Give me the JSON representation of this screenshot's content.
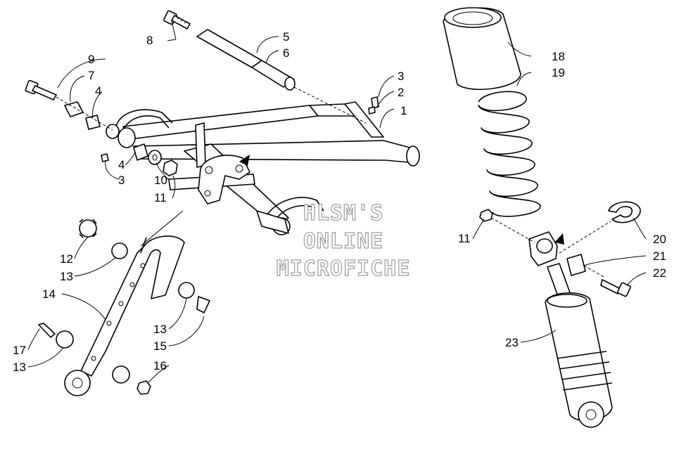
{
  "watermark": {
    "line1": "HLSM'S",
    "line2": "ONLINE",
    "line3": "MICROFICHE"
  },
  "callouts": [
    {
      "id": "c1",
      "text": "1"
    },
    {
      "id": "c2",
      "text": "2"
    },
    {
      "id": "c3a",
      "text": "3"
    },
    {
      "id": "c3b",
      "text": "3"
    },
    {
      "id": "c4a",
      "text": "4"
    },
    {
      "id": "c4b",
      "text": "4"
    },
    {
      "id": "c5",
      "text": "5"
    },
    {
      "id": "c6",
      "text": "6"
    },
    {
      "id": "c7",
      "text": "7"
    },
    {
      "id": "c8",
      "text": "8"
    },
    {
      "id": "c9",
      "text": "9"
    },
    {
      "id": "c10",
      "text": "10"
    },
    {
      "id": "c11a",
      "text": "11"
    },
    {
      "id": "c11b",
      "text": "11"
    },
    {
      "id": "c12",
      "text": "12"
    },
    {
      "id": "c13a",
      "text": "13"
    },
    {
      "id": "c13b",
      "text": "13"
    },
    {
      "id": "c13c",
      "text": "13"
    },
    {
      "id": "c14",
      "text": "14"
    },
    {
      "id": "c15",
      "text": "15"
    },
    {
      "id": "c16",
      "text": "16"
    },
    {
      "id": "c17",
      "text": "17"
    },
    {
      "id": "c18",
      "text": "18"
    },
    {
      "id": "c19",
      "text": "19"
    },
    {
      "id": "c20",
      "text": "20"
    },
    {
      "id": "c21",
      "text": "21"
    },
    {
      "id": "c22",
      "text": "22"
    },
    {
      "id": "c23",
      "text": "23"
    }
  ]
}
